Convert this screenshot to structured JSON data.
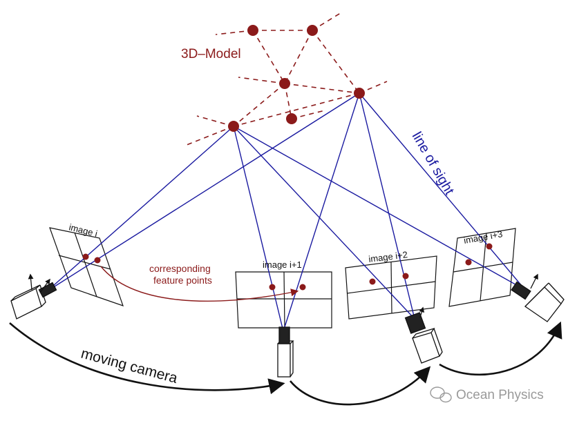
{
  "labels": {
    "model": "3D–Model",
    "image_i": "image i",
    "image_i1": "image i+1",
    "image_i2": "image i+2",
    "image_i3": "image i+3",
    "corresponding_line1": "corresponding",
    "corresponding_line2": "feature points",
    "line_of_sight": "line of sight",
    "moving_camera": "moving camera",
    "watermark": "Ocean Physics"
  },
  "colors": {
    "model_red": "#8b1a1a",
    "sight_blue": "#1a1aa0",
    "ink": "#111111",
    "watermark_gray": "#9a9a9a"
  },
  "icons": [
    "camera-icon",
    "wechat-icon"
  ]
}
